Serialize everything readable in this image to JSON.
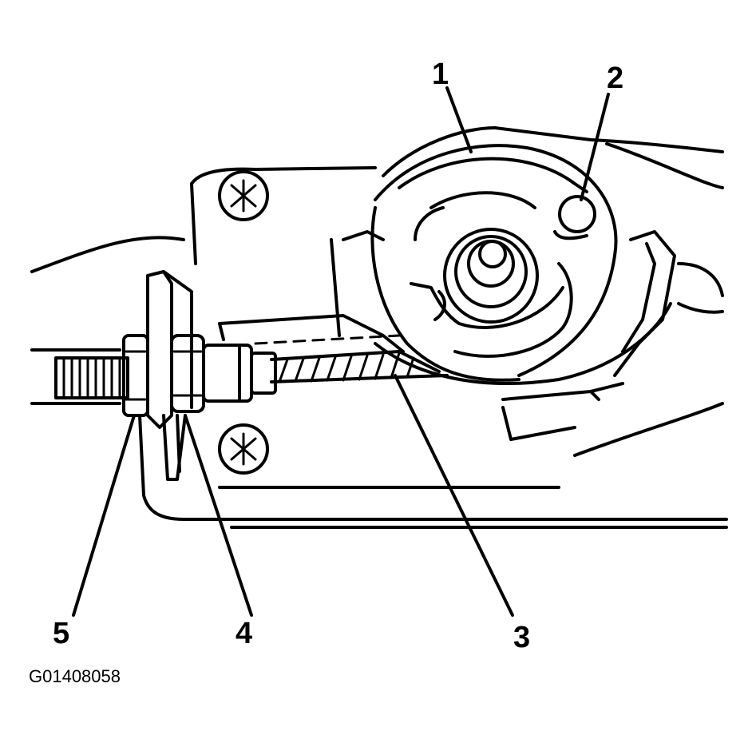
{
  "callouts": {
    "c1": "1",
    "c2": "2",
    "c3": "3",
    "c4": "4",
    "c5": "5"
  },
  "figure_id": "G01408058",
  "colors": {
    "ink": "#000000",
    "paper": "#ffffff"
  }
}
